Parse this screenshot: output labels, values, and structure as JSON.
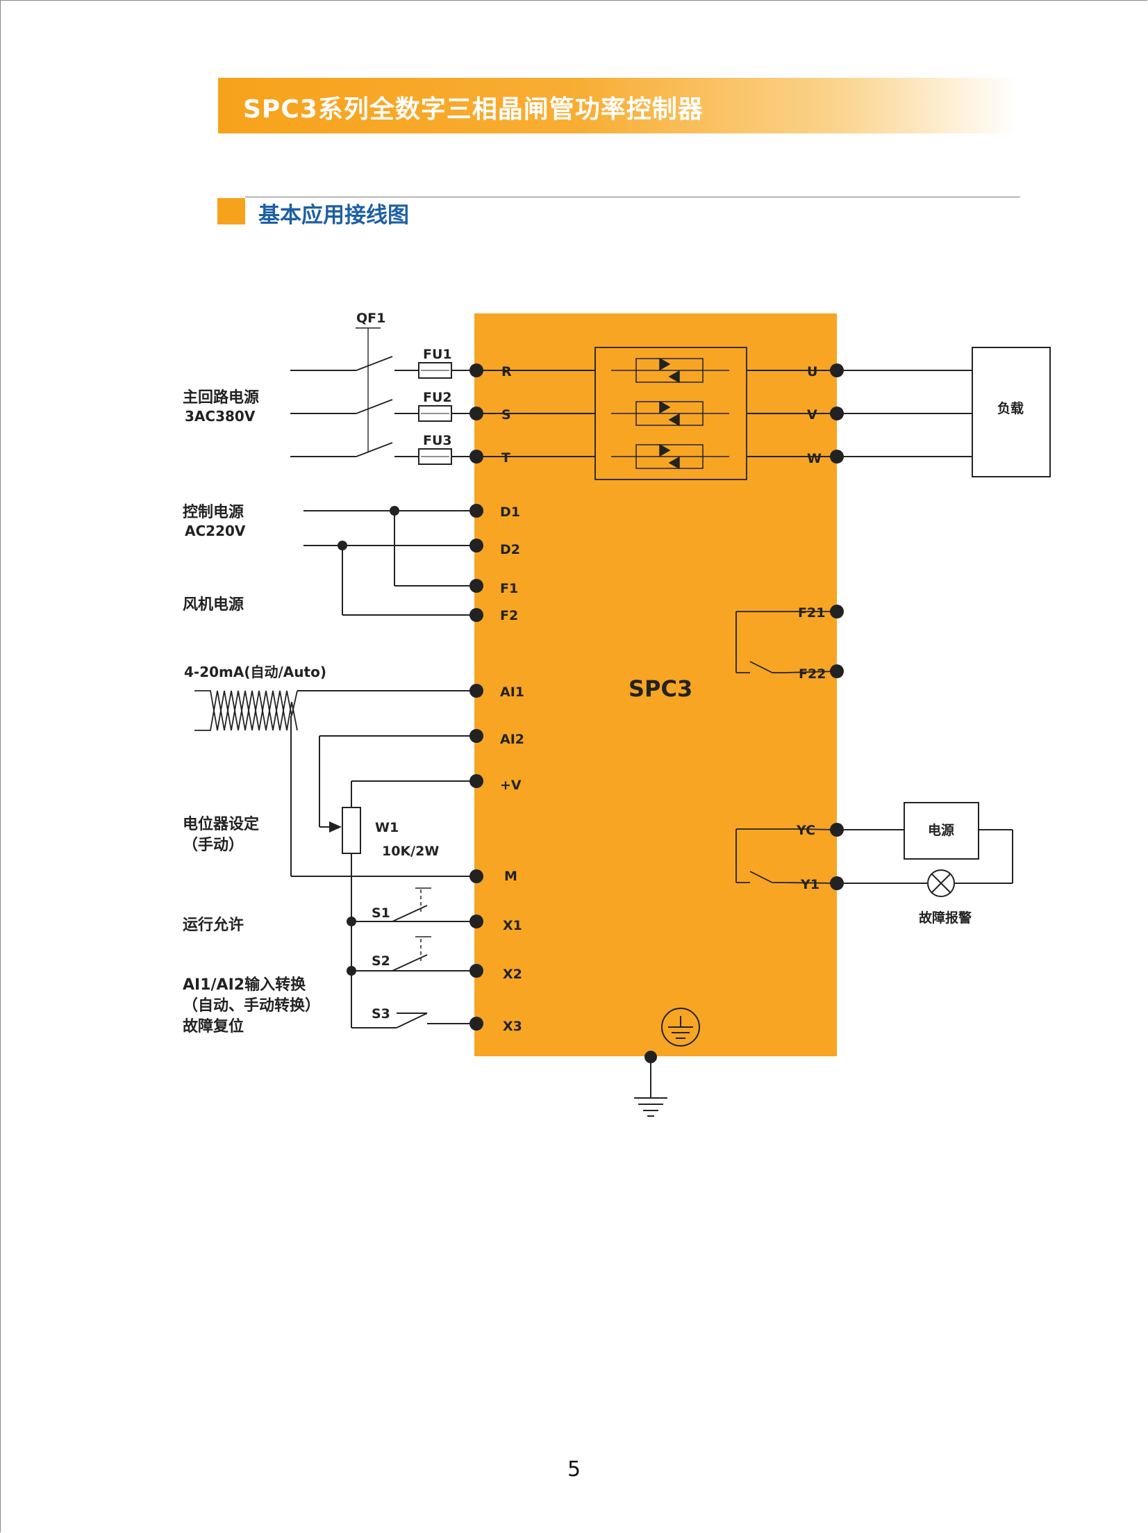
{
  "header": {
    "title": "SPC3系列全数字三相晶闸管功率控制器"
  },
  "section": {
    "title": "基本应用接线图"
  },
  "diagram": {
    "controller_label": "SPC3",
    "breaker_label": "QF1",
    "fuses": [
      "FU1",
      "FU2",
      "FU3"
    ],
    "left_terminals": [
      "R",
      "S",
      "T",
      "D1",
      "D2",
      "F1",
      "F2",
      "AI1",
      "AI2",
      "+V",
      "M",
      "X1",
      "X2",
      "X3"
    ],
    "right_terminals": [
      "U",
      "V",
      "W",
      "F21",
      "F22",
      "YC",
      "Y1"
    ],
    "left_labels": {
      "main_power_1": "主回路电源",
      "main_power_2": "3AC380V",
      "control_power_1": "控制电源",
      "control_power_2": "AC220V",
      "fan_power": "风机电源",
      "analog_input": "4-20mA(自动/Auto)",
      "pot_setting_1": "电位器设定",
      "pot_setting_2": "（手动）",
      "run_enable": "运行允许",
      "switch_1": "AI1/AI2输入转换",
      "switch_2": "（自动、手动转换）",
      "switch_3": "故障复位"
    },
    "potentiometer": {
      "name": "W1",
      "rating": "10K/2W"
    },
    "switches": [
      "S1",
      "S2",
      "S3"
    ],
    "load_label": "负载",
    "power_source_label": "电源",
    "alarm_label": "故障报警"
  },
  "footer": {
    "page_number": "5"
  },
  "colors": {
    "accent_orange": "#f7a21b",
    "title_blue": "#1d5fa5"
  }
}
